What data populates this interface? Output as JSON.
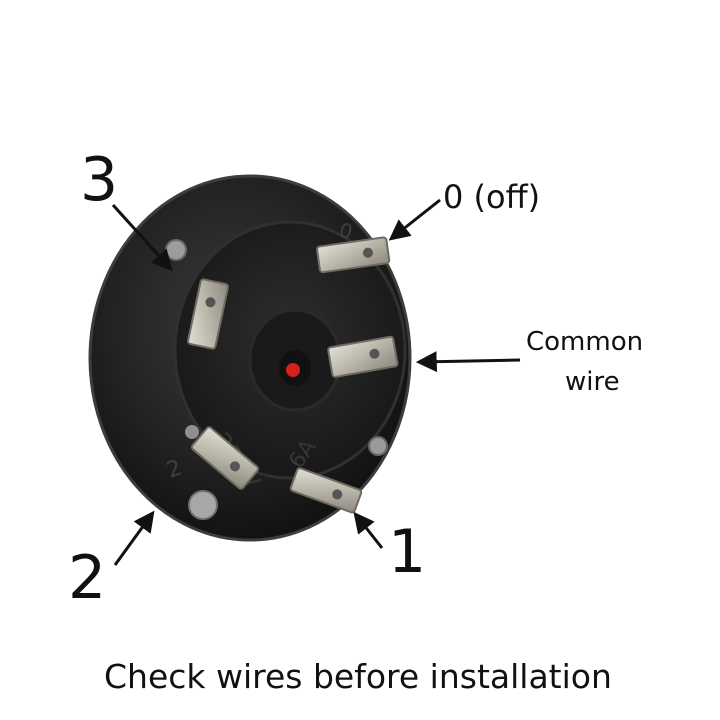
{
  "labels": {
    "terminal_3": "3",
    "terminal_0": "0 (off)",
    "common_line1": "Common",
    "common_line2": "wire",
    "terminal_2": "2",
    "terminal_1": "1"
  },
  "body_markings": {
    "top_zero": "0",
    "side_two": "2",
    "voltage": "230V",
    "current": "6A"
  },
  "caption": "Check wires before installation",
  "colors": {
    "switch_body": "#1c1c1c",
    "switch_ring": "#2b2b2b",
    "terminal_metal": "#bdb9ad",
    "indicator": "#d62020",
    "text": "#111111"
  },
  "icons": [
    "arrow-icon",
    "rotary-switch-icon",
    "spade-terminal-icon",
    "rivet-icon"
  ]
}
